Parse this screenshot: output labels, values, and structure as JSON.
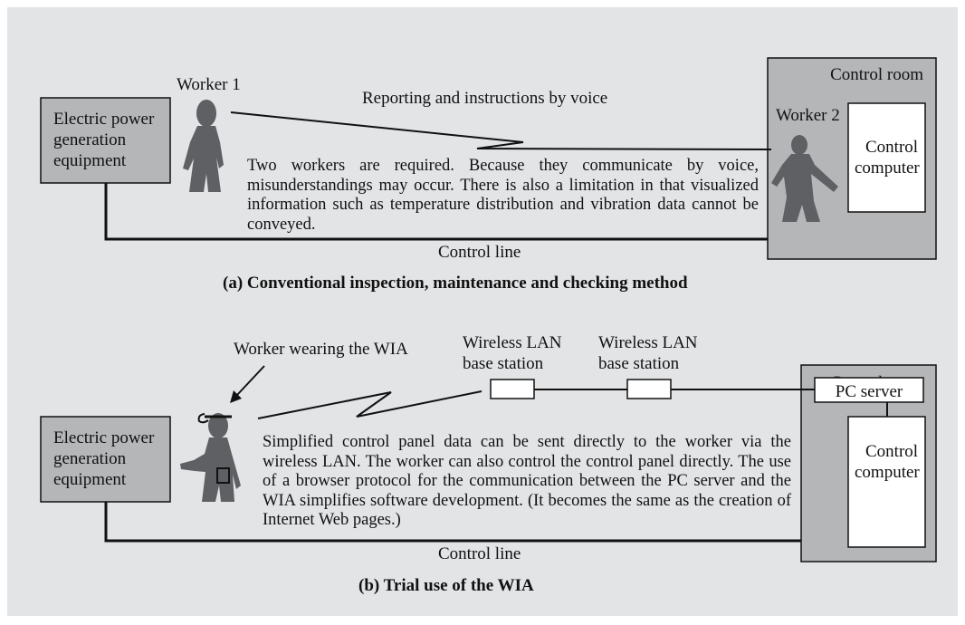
{
  "panel_a": {
    "equipment_label": [
      "Electric power",
      "generation",
      "equipment"
    ],
    "worker1_label": "Worker 1",
    "worker2_label": "Worker 2",
    "voice_label": "Reporting and instructions by voice",
    "control_room_label": "Control room",
    "control_computer_label": [
      "Control",
      "computer"
    ],
    "description": "Two workers are required. Because they communicate by voice, misunderstandings may occur. There is also a limitation in that visualized information such as temperature distribution and vibration data cannot be conveyed.",
    "control_line_label": "Control line",
    "caption": "(a) Conventional inspection, maintenance and checking method"
  },
  "panel_b": {
    "equipment_label": [
      "Electric power",
      "generation",
      "equipment"
    ],
    "worker_label": "Worker wearing the WIA",
    "base_station_1_label": [
      "Wireless LAN",
      "base station"
    ],
    "base_station_2_label": [
      "Wireless LAN",
      "base station"
    ],
    "control_room_label": "Control room",
    "pc_server_label": "PC server",
    "control_computer_label": [
      "Control",
      "computer"
    ],
    "description": "Simplified control panel data can be sent directly to the worker via the wireless LAN. The worker can also control the control panel directly. The use of a browser protocol for the communication between the PC server and the WIA simplifies software development. (It becomes the same as the creation of Internet Web pages.)",
    "control_line_label": "Control line",
    "caption": "(b) Trial use of the WIA"
  },
  "colors": {
    "background": "#e3e4e6",
    "box_fill": "#b5b6b8",
    "worker_fill": "#5f6063",
    "white_box": "#ffffff",
    "line": "#111111"
  }
}
